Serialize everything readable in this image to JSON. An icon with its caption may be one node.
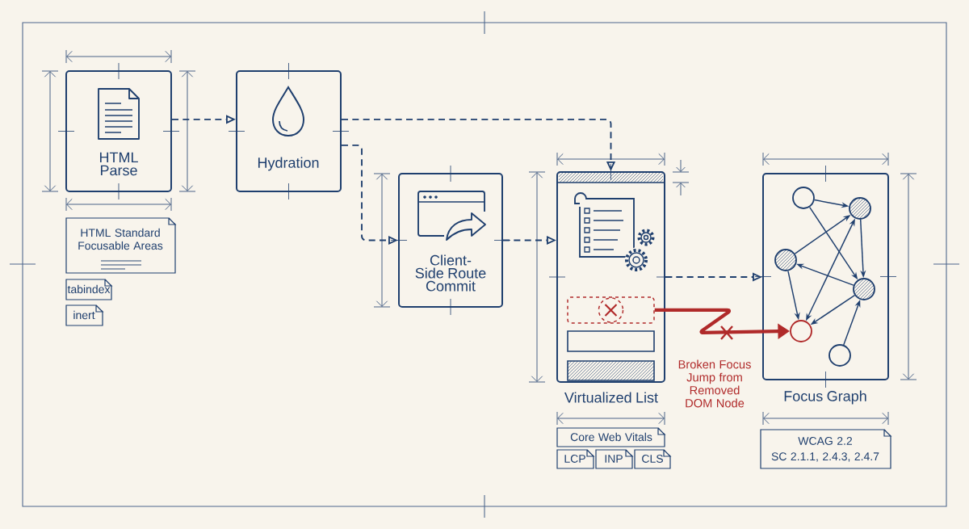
{
  "diagram": {
    "nodes": [
      {
        "text": [
          "HTML Parse"
        ]
      },
      {
        "text": [
          "Hydration"
        ]
      },
      {
        "text": [
          "Client-Side Route Commit"
        ]
      },
      {
        "text": [
          "Virtualized List"
        ]
      },
      {
        "text": [
          "Focus Graph"
        ]
      },
      {
        "text": [
          "HTML Standard Focusable Areas"
        ]
      },
      {
        "text": [
          "tabindex"
        ]
      },
      {
        "text": [
          "inert"
        ]
      },
      {
        "text": [
          "Core Web Vitals"
        ]
      },
      {
        "text": [
          "LCP"
        ]
      },
      {
        "text": [
          "INP"
        ]
      },
      {
        "text": [
          "CLS"
        ]
      },
      {
        "text": [
          "WCAG 2.2",
          "SC 2.1.1, 2.4.3, 2.4.7"
        ]
      },
      {
        "text": [],
        "shape": "box",
        "in": 3
      },
      {
        "text": [],
        "shape": "box",
        "in": 3
      },
      {
        "text": [],
        "shape": "bar",
        "in": 3
      },
      {
        "text": [],
        "shape": "circle",
        "in": 4
      },
      {
        "text": [],
        "shape": "circle",
        "in": 4
      },
      {
        "text": [],
        "shape": "circle",
        "in": 4
      },
      {
        "text": [],
        "shape": "circle",
        "in": 4
      },
      {
        "text": [],
        "shape": "circle",
        "in": 4
      },
      {
        "text": [],
        "shape": "circle",
        "in": 4
      }
    ],
    "edges": [
      {
        "from": 0,
        "to": 1,
        "arrow": "to",
        "style": "dashed"
      },
      {
        "from": 1,
        "to": 3,
        "arrow": "to",
        "style": "dashed"
      },
      {
        "from": 1,
        "to": 2,
        "arrow": "to",
        "style": "dashed"
      },
      {
        "from": 2,
        "to": 3,
        "arrow": "to",
        "style": "dashed"
      },
      {
        "from": 3,
        "to": 4,
        "arrow": "to",
        "style": "dashed"
      },
      {
        "from": 13,
        "to": 20,
        "arrow": "to",
        "style": "thick",
        "color": "#b02a2a",
        "label": "Broken Focus Jump from Removed DOM Node"
      },
      {
        "from": 16,
        "to": 17,
        "arrow": "to"
      },
      {
        "from": 16,
        "to": 19,
        "arrow": "to"
      },
      {
        "from": 18,
        "to": 17,
        "arrow": "to"
      },
      {
        "from": 17,
        "to": 19,
        "arrow": "to"
      },
      {
        "from": 19,
        "to": 18,
        "arrow": "to"
      },
      {
        "from": 18,
        "to": 20,
        "arrow": "to"
      },
      {
        "from": 17,
        "to": 20,
        "arrow": "both"
      },
      {
        "from": 19,
        "to": 20,
        "arrow": "to"
      },
      {
        "from": 21,
        "to": 19,
        "arrow": "to"
      }
    ]
  }
}
